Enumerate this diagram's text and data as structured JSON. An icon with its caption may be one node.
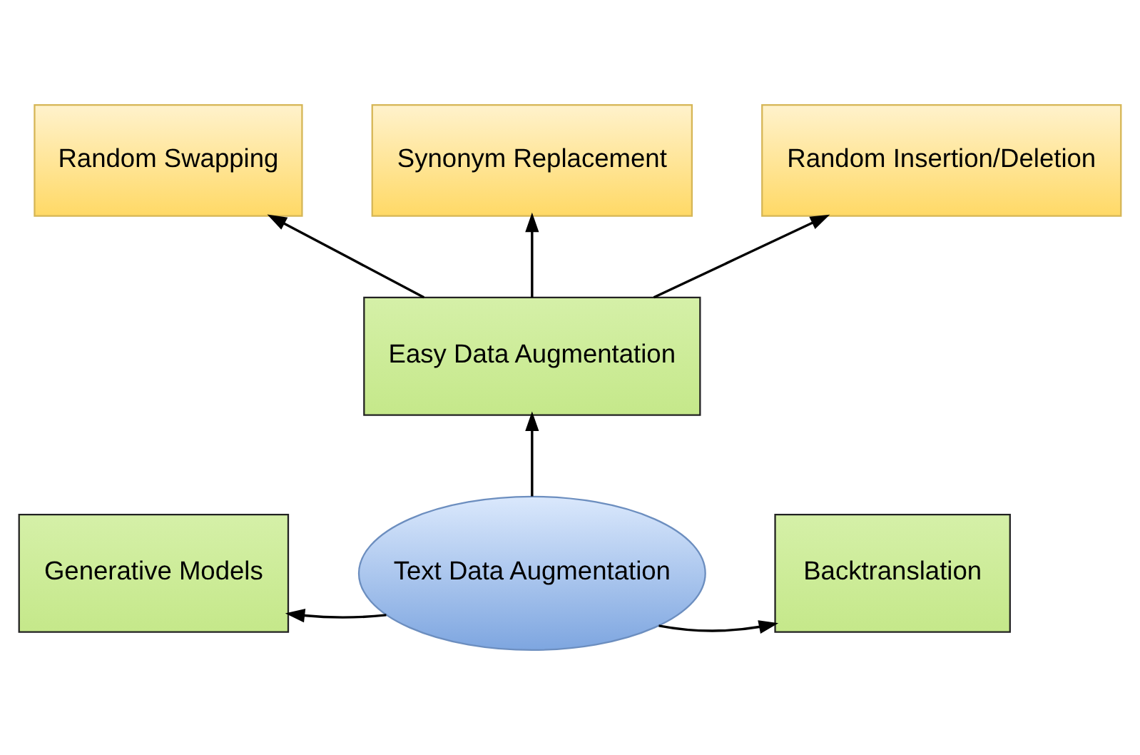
{
  "diagram": {
    "nodes": [
      {
        "text": [
          "Random Swapping"
        ]
      },
      {
        "text": [
          "Synonym Replacement"
        ]
      },
      {
        "text": [
          "Random Insertion/Deletion"
        ]
      },
      {
        "text": [
          "Easy Data Augmentation"
        ]
      },
      {
        "text": [
          "Generative Models"
        ]
      },
      {
        "text": [
          "Text Data Augmentation"
        ]
      },
      {
        "text": [
          "Backtranslation"
        ]
      }
    ],
    "edges": [
      {
        "from": 3,
        "to": 0,
        "arrow": "to"
      },
      {
        "from": 3,
        "to": 1,
        "arrow": "to"
      },
      {
        "from": 3,
        "to": 2,
        "arrow": "to"
      },
      {
        "from": 5,
        "to": 3,
        "arrow": "to"
      },
      {
        "from": 5,
        "to": 4,
        "arrow": "to"
      },
      {
        "from": 5,
        "to": 6,
        "arrow": "to"
      }
    ]
  }
}
